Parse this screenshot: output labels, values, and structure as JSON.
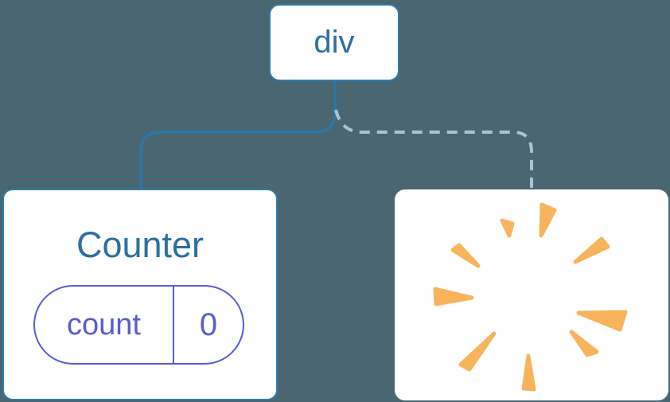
{
  "page": {
    "background": "#4A6670",
    "description": "Component tree diagram: a div root with a Counter child (state count=0) and a removed child shown as a poof burst"
  },
  "diagram": {
    "root_node": {
      "label": "div"
    },
    "counter_node": {
      "title": "Counter",
      "state_pill": {
        "key": "count",
        "value": "0"
      }
    },
    "poof_node": {
      "icon": "poof-burst-icon"
    }
  },
  "connectors": {
    "solid": {
      "style": "solid",
      "color": "#2B77AB",
      "from": "div",
      "to": "Counter"
    },
    "dashed": {
      "style": "dashed",
      "color": "#A6C4D9",
      "from": "div",
      "to": "removed node"
    }
  },
  "colors": {
    "background": "#4A6670",
    "node_fill": "#FFFFFF",
    "node_border": "#2E7CB0",
    "node_text": "#2B70A0",
    "solid_connector": "#2B77AB",
    "dashed_connector": "#A6C4D9",
    "state_accent": "#575CD4",
    "poof_orange": "#F8B45D"
  }
}
